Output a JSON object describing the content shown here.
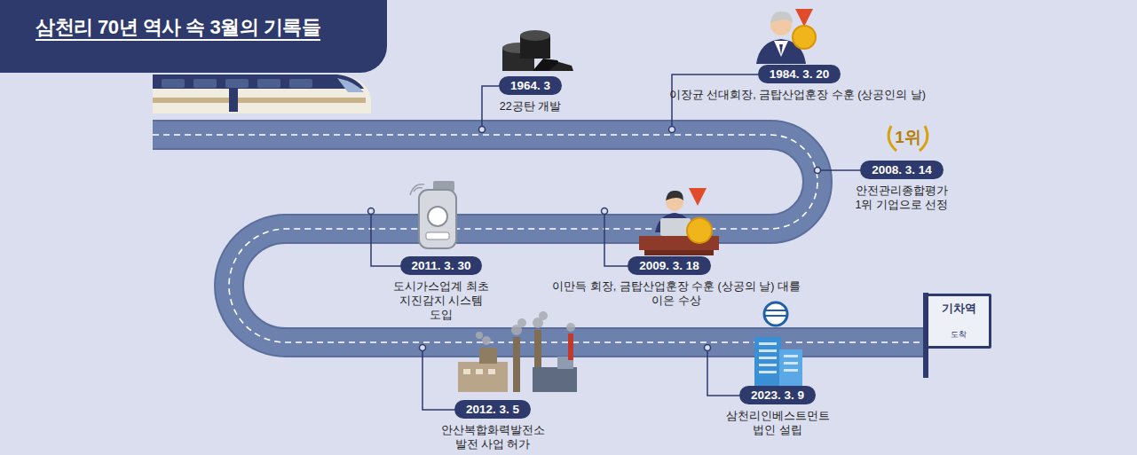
{
  "diagram": {
    "title": "삼천리 70년 역사 속 3월의 기록들",
    "nodes": [
      {
        "text": [
          "1964. 3",
          "22공탄 개발"
        ]
      },
      {
        "text": [
          "1984. 3. 20",
          "이장균 선대회장, 금탑산업훈장 수훈 (상공인의 날)"
        ]
      },
      {
        "text": [
          "2008. 3. 14",
          "안전관리종합평가 1위 기업으로 선정"
        ]
      },
      {
        "text": [
          "2009. 3. 18",
          "이만득 회장, 금탑산업훈장 수훈 (상공의 날) 대를 이은 수상"
        ]
      },
      {
        "text": [
          "2011. 3. 30",
          "도시가스업계 최초 지진감지 시스템 도입"
        ]
      },
      {
        "text": [
          "2012. 3. 5",
          "안산복합화력발전소 발전 사업 허가"
        ]
      },
      {
        "text": [
          "2023. 3. 9",
          "삼천리인베스트먼트 법인 설립"
        ]
      },
      {
        "text": [
          "기차역",
          "도착"
        ]
      }
    ],
    "labels": [
      "1위"
    ]
  }
}
